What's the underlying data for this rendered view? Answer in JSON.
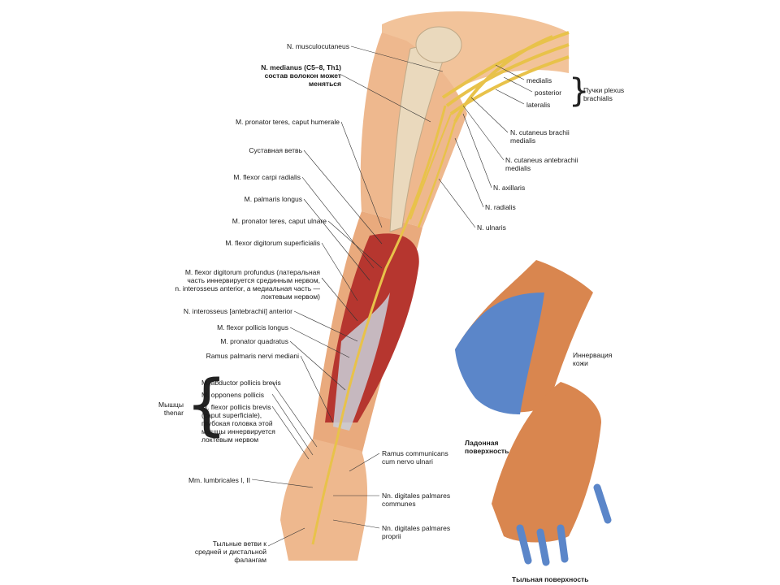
{
  "labels": {
    "musculocutaneus": "N. musculocutaneus",
    "medianus_1": "N. medianus (C5–8, Th1)",
    "medianus_2": "состав волокон может",
    "medianus_3": "меняться",
    "pronator_teres_humerale": "M. pronator teres, caput humerale",
    "sustavnaya_vetv": "Суставная ветвь",
    "flexor_carpi_radialis": "M. flexor carpi radialis",
    "palmaris_longus": "M. palmaris longus",
    "pronator_teres_ulnare": "M. pronator teres, caput ulnare",
    "flexor_dig_superficialis": "M. flexor digitorum superficialis",
    "flexor_dig_profundus_1": "M. flexor digitorum profundus (латеральная",
    "flexor_dig_profundus_2": "часть иннервируется срединным нервом,",
    "flexor_dig_profundus_3": "n. interosseus anterior, а медиальная часть —",
    "flexor_dig_profundus_4": "локтевым нервом)",
    "interosseus_anterior": "N. interosseus [antebrachii] anterior",
    "flexor_pollicis_longus": "M. flexor pollicis longus",
    "pronator_quadratus": "M. pronator quadratus",
    "ramus_palmaris": "Ramus palmaris nervi mediani",
    "abductor_pollicis_brevis": "M. abductor pollicis brevis",
    "opponens_pollicis": "M. opponens pollicis",
    "flexor_pollicis_brevis_1": "M. flexor pollicis brevis",
    "flexor_pollicis_brevis_2": "(caput superficiale),",
    "flexor_pollicis_brevis_3": "глубокая головка этой",
    "flexor_pollicis_brevis_4": "мышцы иннервируется",
    "flexor_pollicis_brevis_5": "локтевым нервом",
    "myshtsy_1": "Мышцы",
    "myshtsy_2": "thenar",
    "lumbricales": "Mm. lumbricales I, II",
    "tylnye_vetvi_1": "Тыльные ветви к",
    "tylnye_vetvi_2": "средней и дистальной",
    "tylnye_vetvi_3": "фалангам",
    "medialis": "medialis",
    "posterior": "posterior",
    "lateralis": "lateralis",
    "puchki_1": "Пучки plexus",
    "puchki_2": "brachialis",
    "cutaneus_brachii_1": "N. cutaneus brachii",
    "cutaneus_brachii_2": "medialis",
    "cutaneus_antebrachii_1": "N. cutaneus antebrachii",
    "cutaneus_antebrachii_2": "medialis",
    "axillaris": "N. axillaris",
    "radialis": "N. radialis",
    "ulnaris": "N. ulnaris",
    "ramus_communicans_1": "Ramus communicans",
    "ramus_communicans_2": "cum nervo ulnari",
    "digitales_communes_1": "Nn. digitales palmares",
    "digitales_communes_2": "communes",
    "digitales_proprii_1": "Nn. digitales palmares",
    "digitales_proprii_2": "proprii",
    "innervatsiya_1": "Иннервация",
    "innervatsiya_2": "кожи",
    "ladonnaya_1": "Ладонная",
    "ladonnaya_2": "поверхность",
    "tylnaya": "Тыльная поверхность"
  },
  "colors": {
    "skin": "#d9864f",
    "skin_light": "#f0c9a2",
    "muscle": "#b8322e",
    "bone": "#e9dcc0",
    "nerve": "#e8c24a",
    "innervation": "#5b86c9"
  }
}
